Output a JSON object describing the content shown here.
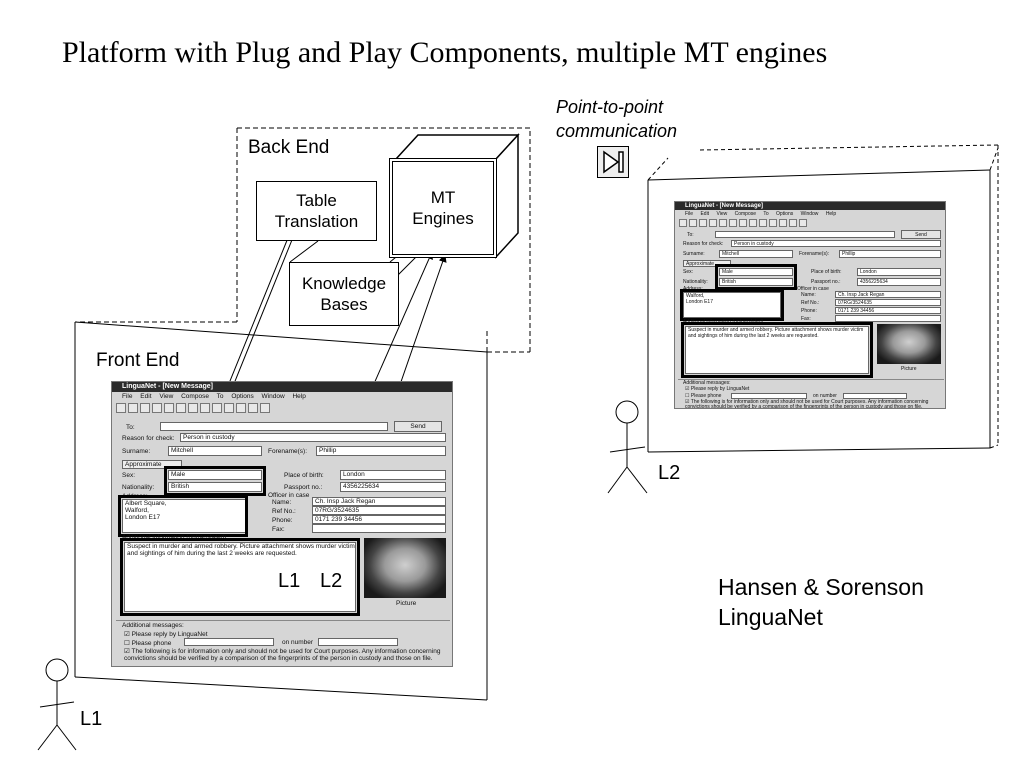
{
  "title": "Platform with Plug and Play Components, multiple MT engines",
  "labels": {
    "back_end": "Back End",
    "front_end": "Front End",
    "p2p_line1": "Point-to-point",
    "p2p_line2": "communication",
    "user_l1": "L1",
    "user_l2": "L2",
    "arrow_l1": "L1",
    "arrow_l2": "L2",
    "credit_line1": "Hansen & Sorenson",
    "credit_line2": "LinguaNet"
  },
  "boxes": {
    "table_translation": [
      "Table",
      "Translation"
    ],
    "mt_engines": [
      "MT",
      "Engines"
    ],
    "knowledge_bases": [
      "Knowledge",
      "Bases"
    ]
  },
  "window": {
    "title": "LinguaNet - [New Message]",
    "menu": [
      "File",
      "Edit",
      "View",
      "Compose",
      "To",
      "Options",
      "Window",
      "Help"
    ],
    "to_label": "To:",
    "send": "Send",
    "reason_label": "Reason for check:",
    "reason_value": "Person in custody",
    "surname_label": "Surname:",
    "surname_value": "Mitchell",
    "forename_label": "Forename(s):",
    "forename_value": "Phillip",
    "approx_label": "Approximate",
    "sex_label": "Sex:",
    "sex_value": "Male",
    "nationality_label": "Nationality:",
    "nationality_value": "British",
    "address_label": "Address:",
    "address_lines": [
      "Albert Square,",
      "Walford,",
      "London E17"
    ],
    "address_lines_small": [
      "Walford,",
      "London E17"
    ],
    "pob_label": "Place of birth:",
    "pob_value": "London",
    "passport_label": "Passport no.:",
    "passport_value": "4356225634",
    "officer_label": "Officer in case",
    "name_label": "Name:",
    "name_value": "Ch. Insp Jack Regan",
    "ref_label": "Ref No.:",
    "ref_value": "07RG/3524635",
    "phone_label": "Phone:",
    "phone_value": "0171 239 34456",
    "fax_label": "Fax:",
    "additional_label": "Additional information (untranslated)",
    "info_text": "Suspect in murder and armed robbery. Picture attachment shows murder victim  and sightings of him during the last 2 weeks are requested.",
    "picture": "Picture",
    "additional_messages": "Additional messages:",
    "reply": "Please reply by LinguaNet",
    "please_phone": "Please phone",
    "on_number": "on number",
    "court_notice": "The following is for information only and should not be used for Court purposes. Any information concerning convictions should be verified by a comparison of the fingerprints of the person in custody and those on file."
  }
}
